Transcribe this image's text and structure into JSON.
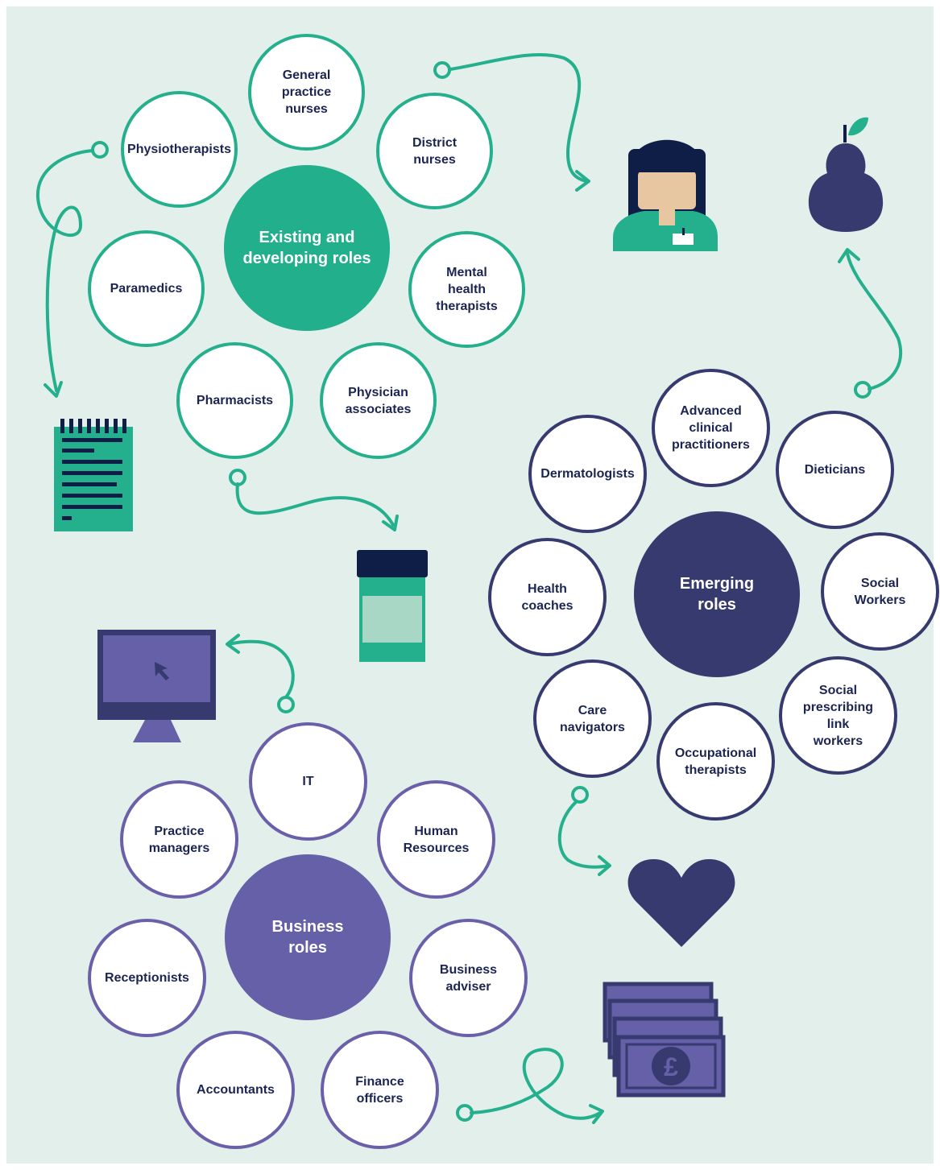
{
  "colors": {
    "background": "#e3efea",
    "existing_accent": "#24b08d",
    "emerging_accent": "#363a6e",
    "business_accent": "#6560a8",
    "text_dark": "#1c2552"
  },
  "existing": {
    "hub": "Existing and\ndeveloping roles",
    "roles": {
      "gp_nurses": "General\npractice\nnurses",
      "district_nurses": "District\nnurses",
      "physiotherapists": "Physiotherapists",
      "paramedics": "Paramedics",
      "mental_health": "Mental\nhealth\ntherapists",
      "pharmacists": "Pharmacists",
      "physician_associates": "Physician\nassociates"
    }
  },
  "emerging": {
    "hub": "Emerging\nroles",
    "roles": {
      "advanced_clinical": "Advanced\nclinical\npractitioners",
      "dermatologists": "Dermatologists",
      "dieticians": "Dieticians",
      "health_coaches": "Health\ncoaches",
      "social_workers": "Social\nWorkers",
      "care_navigators": "Care\nnavigators",
      "social_prescribing": "Social\nprescribing\nlink\nworkers",
      "occupational_therapists": "Occupational\ntherapists"
    }
  },
  "business": {
    "hub": "Business\nroles",
    "roles": {
      "it": "IT",
      "practice_managers": "Practice\nmanagers",
      "human_resources": "Human\nResources",
      "receptionists": "Receptionists",
      "business_adviser": "Business\nadviser",
      "accountants": "Accountants",
      "finance_officers": "Finance\nofficers"
    }
  },
  "icons": [
    "nurse-icon",
    "pear-icon",
    "notepad-icon",
    "medicine-bottle-icon",
    "computer-monitor-icon",
    "heart-icon",
    "banknotes-icon"
  ]
}
